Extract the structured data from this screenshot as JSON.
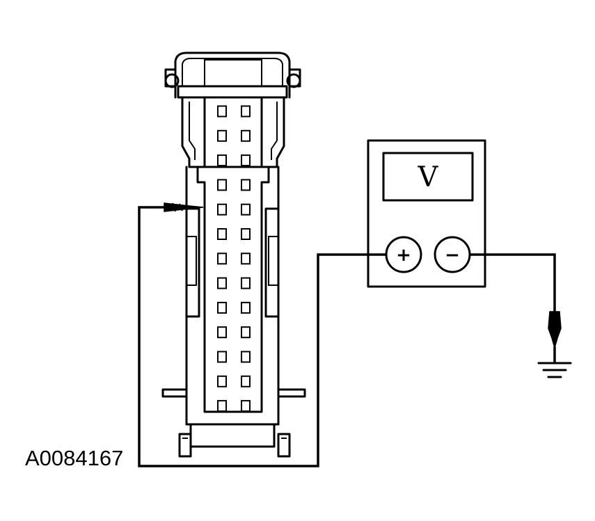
{
  "figure_id": "A0084167",
  "meter": {
    "display_symbol": "V",
    "positive_symbol": "+",
    "negative_symbol": "−"
  },
  "connector": {
    "pin_rows": 13,
    "pin_columns": 2
  }
}
